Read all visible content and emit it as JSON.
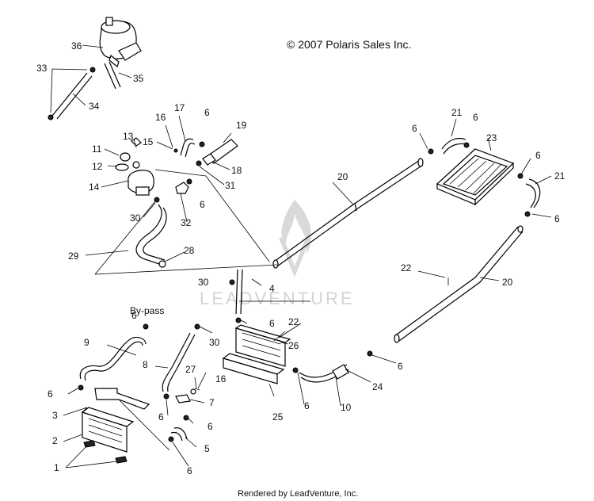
{
  "copyright": "© 2007 Polaris Sales Inc.",
  "footer": "Rendered by LeadVenture, Inc.",
  "watermark": "LEADVENTURE",
  "bypass_label": "By-pass",
  "callouts": [
    {
      "id": "c36a",
      "text": "36"
    },
    {
      "id": "c35",
      "text": "35"
    },
    {
      "id": "c33",
      "text": "33"
    },
    {
      "id": "c34",
      "text": "34"
    },
    {
      "id": "c17",
      "text": "17"
    },
    {
      "id": "c6a",
      "text": "6"
    },
    {
      "id": "c16a",
      "text": "16"
    },
    {
      "id": "c19",
      "text": "19"
    },
    {
      "id": "c15",
      "text": "15"
    },
    {
      "id": "c13",
      "text": "13"
    },
    {
      "id": "c11",
      "text": "11"
    },
    {
      "id": "c18",
      "text": "18"
    },
    {
      "id": "c12",
      "text": "12"
    },
    {
      "id": "c31",
      "text": "31"
    },
    {
      "id": "c14",
      "text": "14"
    },
    {
      "id": "c6b",
      "text": "6"
    },
    {
      "id": "c30a",
      "text": "30"
    },
    {
      "id": "c32",
      "text": "32"
    },
    {
      "id": "c29",
      "text": "29"
    },
    {
      "id": "c28",
      "text": "28"
    },
    {
      "id": "c21a",
      "text": "21"
    },
    {
      "id": "c6c",
      "text": "6"
    },
    {
      "id": "c6d",
      "text": "6"
    },
    {
      "id": "c23",
      "text": "23"
    },
    {
      "id": "c6e",
      "text": "6"
    },
    {
      "id": "c20a",
      "text": "20"
    },
    {
      "id": "c21b",
      "text": "21"
    },
    {
      "id": "c6f",
      "text": "6"
    },
    {
      "id": "c22a",
      "text": "22"
    },
    {
      "id": "c20b",
      "text": "20"
    },
    {
      "id": "c30b",
      "text": "30"
    },
    {
      "id": "c4",
      "text": "4"
    },
    {
      "id": "c6g",
      "text": "6"
    },
    {
      "id": "c22b",
      "text": "22"
    },
    {
      "id": "c26",
      "text": "26"
    },
    {
      "id": "c6h",
      "text": "6"
    },
    {
      "id": "c30c",
      "text": "30"
    },
    {
      "id": "c9",
      "text": "9"
    },
    {
      "id": "c8",
      "text": "8"
    },
    {
      "id": "c27",
      "text": "27"
    },
    {
      "id": "c16b",
      "text": "16"
    },
    {
      "id": "c6i",
      "text": "6"
    },
    {
      "id": "c7",
      "text": "7"
    },
    {
      "id": "c6j",
      "text": "6"
    },
    {
      "id": "c3",
      "text": "3"
    },
    {
      "id": "c6k",
      "text": "6"
    },
    {
      "id": "c2",
      "text": "2"
    },
    {
      "id": "c5",
      "text": "5"
    },
    {
      "id": "c1",
      "text": "1"
    },
    {
      "id": "c6l",
      "text": "6"
    },
    {
      "id": "c6m",
      "text": "6"
    },
    {
      "id": "c25",
      "text": "25"
    },
    {
      "id": "c6n",
      "text": "6"
    },
    {
      "id": "c10",
      "text": "10"
    },
    {
      "id": "c24",
      "text": "24"
    },
    {
      "id": "c6o",
      "text": "6"
    }
  ]
}
